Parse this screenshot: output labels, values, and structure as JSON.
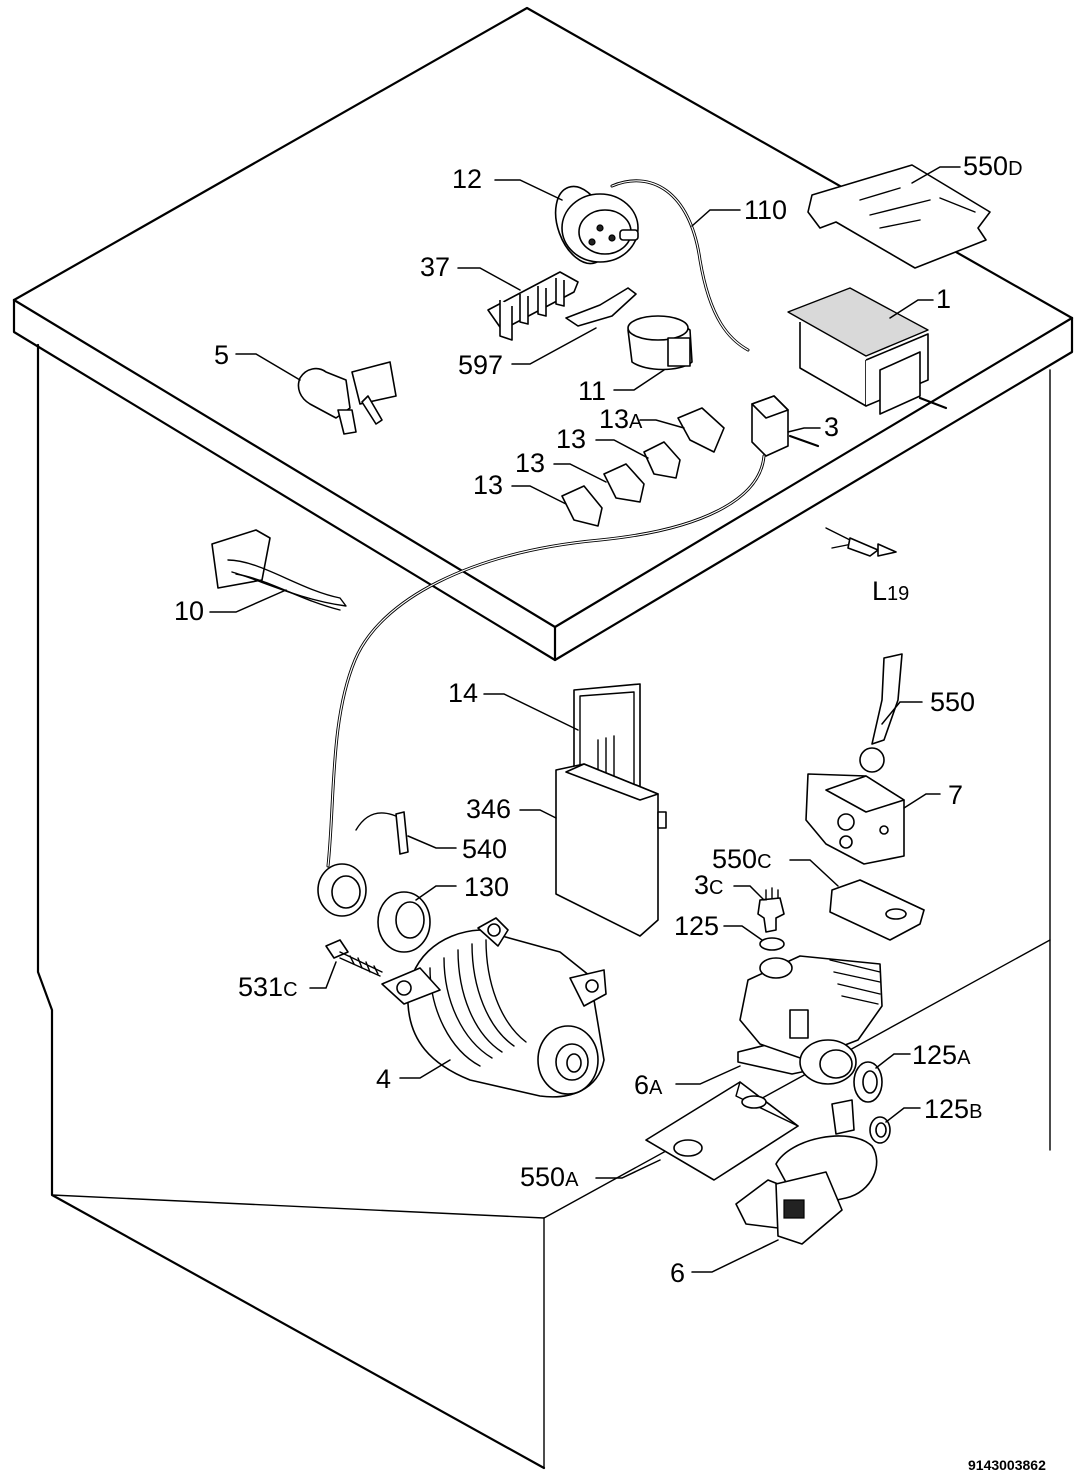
{
  "labels": {
    "p1": "1",
    "p3": "3",
    "p3c_num": "3",
    "p3c_sub": "C",
    "p4": "4",
    "p5": "5",
    "p6": "6",
    "p6a_num": "6",
    "p6a_sub": "A",
    "p7": "7",
    "p10": "10",
    "p11": "11",
    "p12": "12",
    "p13_1": "13",
    "p13_2": "13",
    "p13_3": "13",
    "p13a_num": "13",
    "p13a_sub": "A",
    "p14": "14",
    "p19_sub": "19",
    "p37": "37",
    "p110": "110",
    "p125": "125",
    "p125a_num": "125",
    "p125a_sub": "A",
    "p125b_num": "125",
    "p125b_sub": "B",
    "p130": "130",
    "p346": "346",
    "p531c_num": "531",
    "p531c_sub": "C",
    "p540": "540",
    "p550": "550",
    "p550a_num": "550",
    "p550a_sub": "A",
    "p550c_num": "550",
    "p550c_sub": "C",
    "p550d_num": "550",
    "p550d_sub": "D",
    "p597": "597"
  },
  "document_id": "9143003862"
}
